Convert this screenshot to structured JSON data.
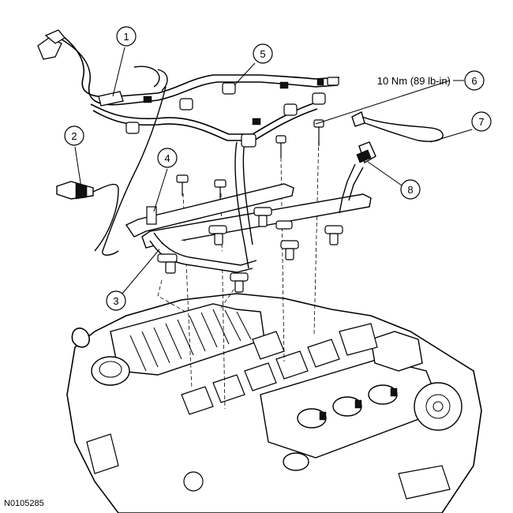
{
  "diagram": {
    "figure_id": "N0105285",
    "torque_spec": "10 Nm (89 lb-in)",
    "callouts": [
      {
        "label": "1"
      },
      {
        "label": "2"
      },
      {
        "label": "3"
      },
      {
        "label": "4"
      },
      {
        "label": "5"
      },
      {
        "label": "6"
      },
      {
        "label": "7"
      },
      {
        "label": "8"
      }
    ]
  }
}
